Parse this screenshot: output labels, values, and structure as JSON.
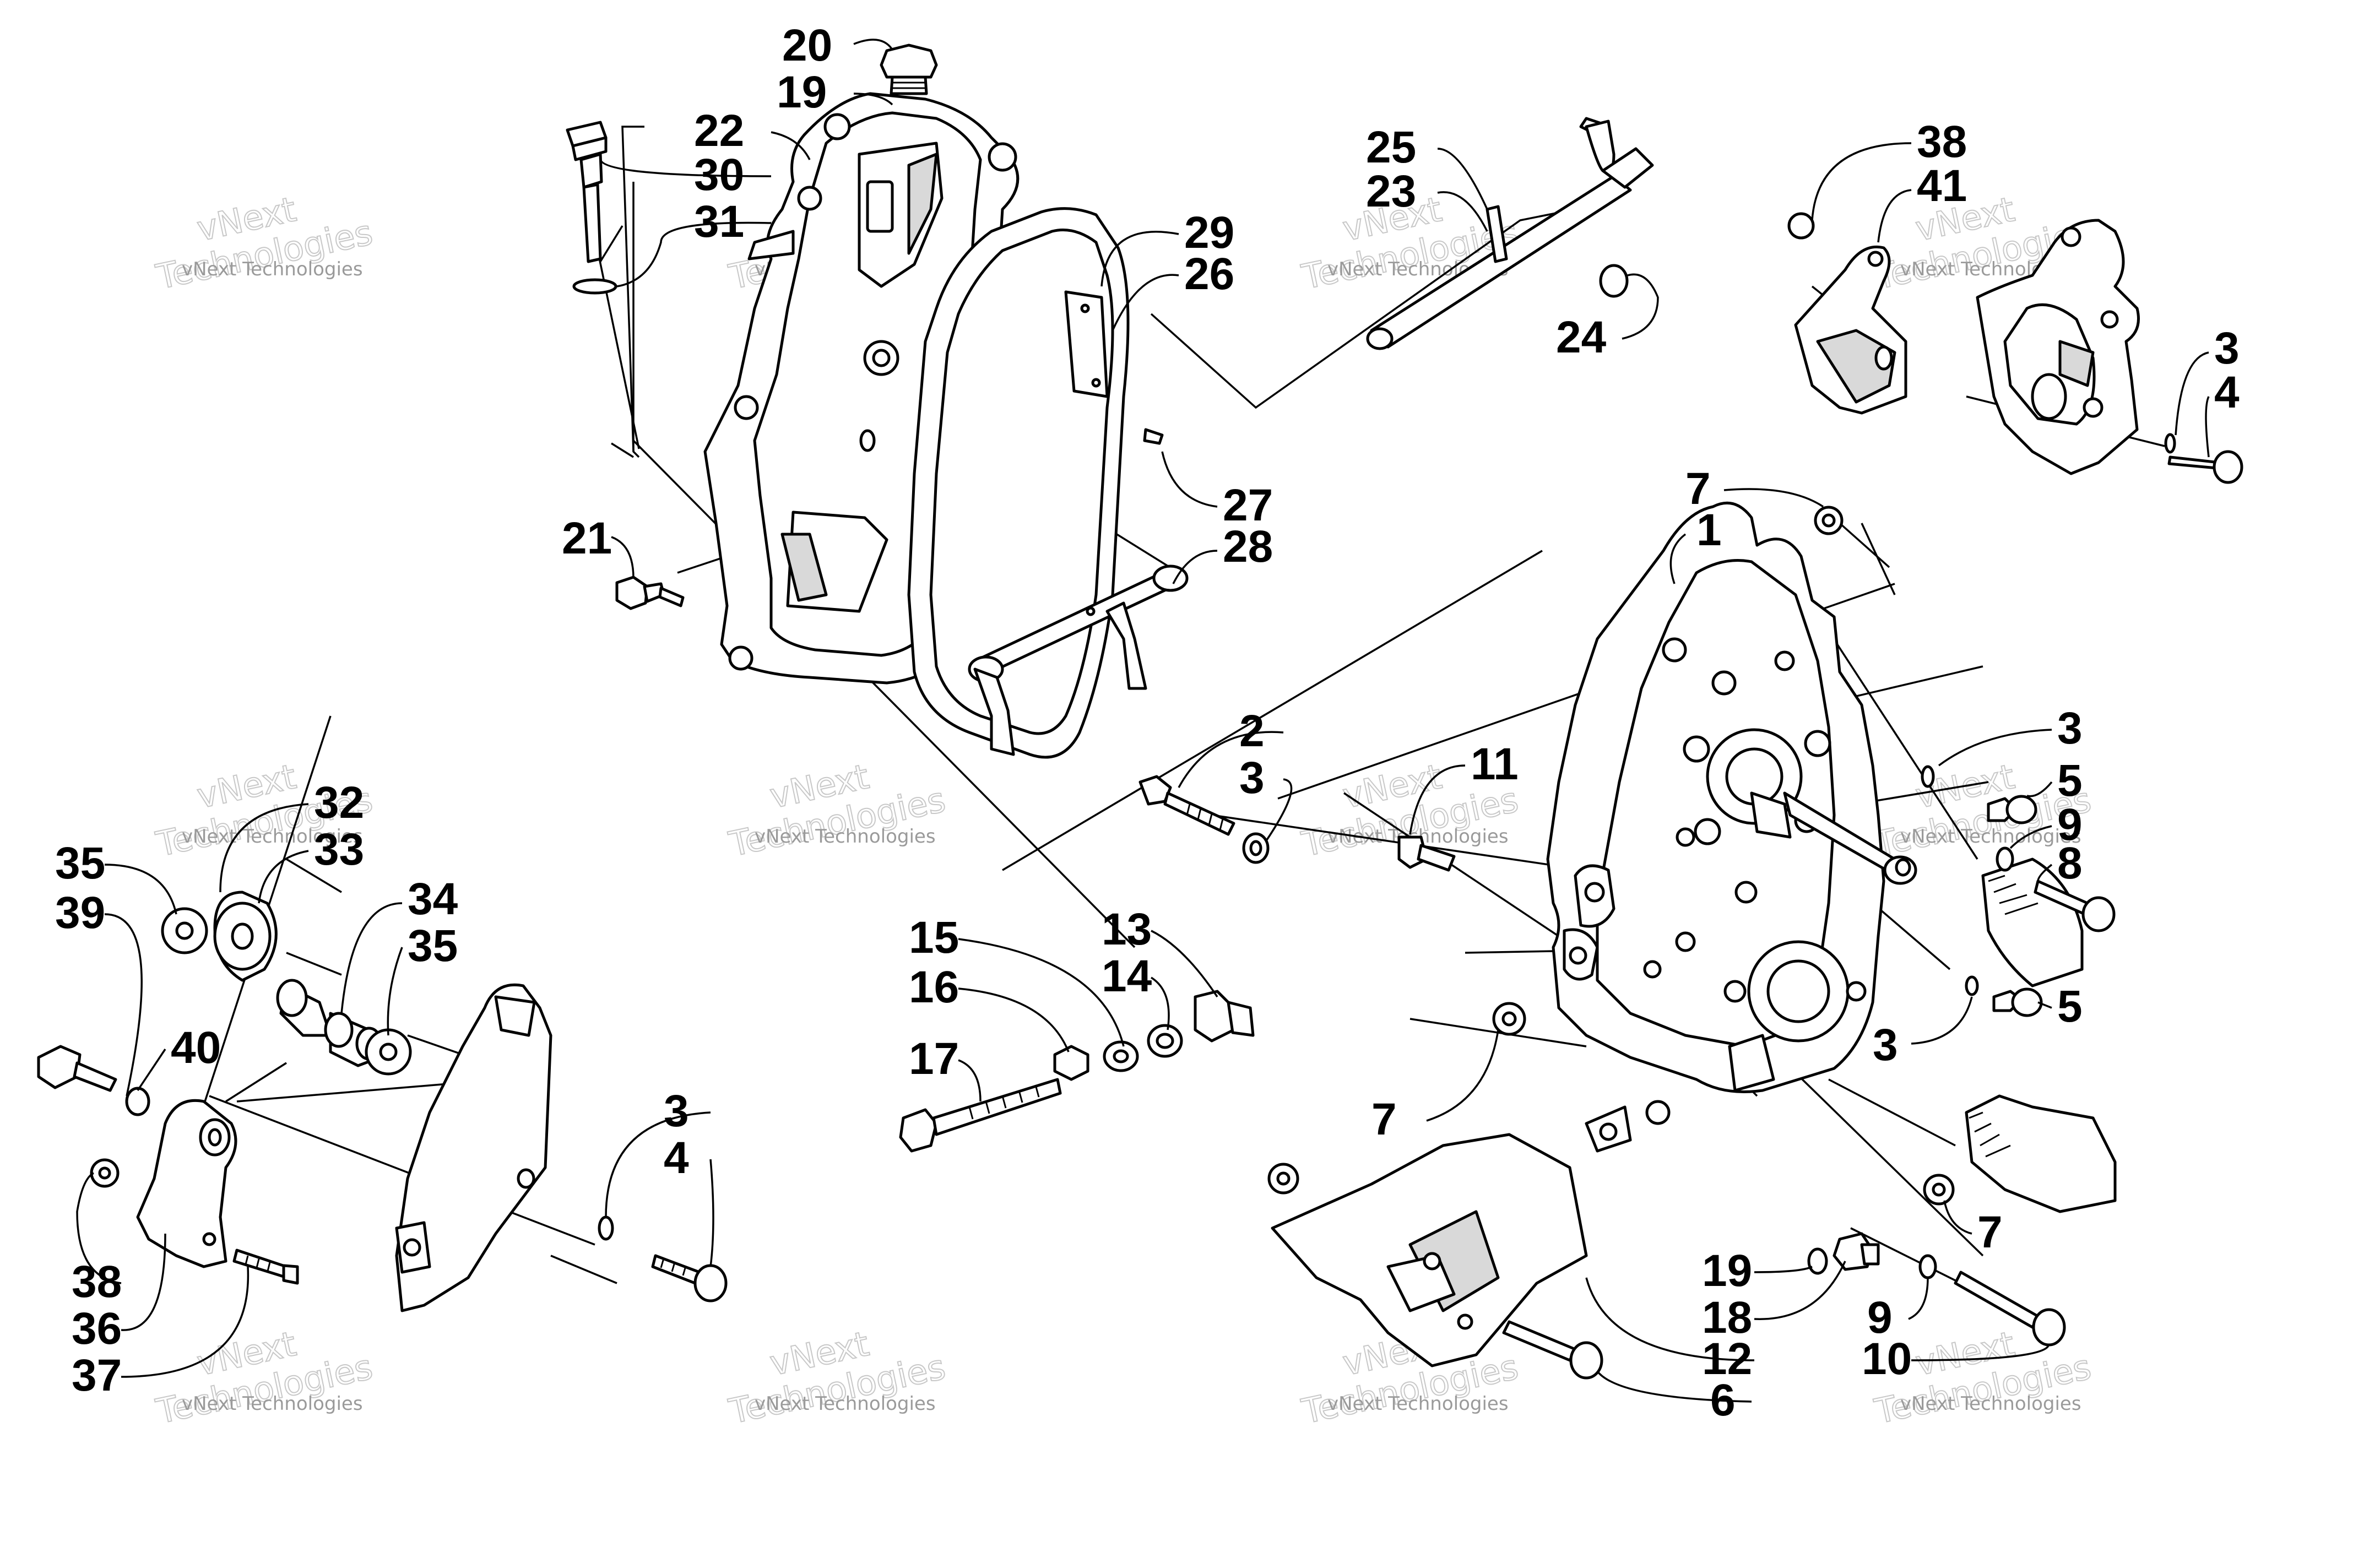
{
  "diagram": {
    "callouts": [
      {
        "id": "c20",
        "text": "20"
      },
      {
        "id": "c19a",
        "text": "19"
      },
      {
        "id": "c22",
        "text": "22"
      },
      {
        "id": "c30",
        "text": "30"
      },
      {
        "id": "c31",
        "text": "31"
      },
      {
        "id": "c25",
        "text": "25"
      },
      {
        "id": "c23",
        "text": "23"
      },
      {
        "id": "c24",
        "text": "24"
      },
      {
        "id": "c29",
        "text": "29"
      },
      {
        "id": "c26",
        "text": "26"
      },
      {
        "id": "c27",
        "text": "27"
      },
      {
        "id": "c28",
        "text": "28"
      },
      {
        "id": "c21",
        "text": "21"
      },
      {
        "id": "c38a",
        "text": "38"
      },
      {
        "id": "c41",
        "text": "41"
      },
      {
        "id": "c3a",
        "text": "3"
      },
      {
        "id": "c4a",
        "text": "4"
      },
      {
        "id": "c7a",
        "text": "7"
      },
      {
        "id": "c1",
        "text": "1"
      },
      {
        "id": "c3b",
        "text": "3"
      },
      {
        "id": "c5a",
        "text": "5"
      },
      {
        "id": "c9a",
        "text": "9"
      },
      {
        "id": "c8",
        "text": "8"
      },
      {
        "id": "c3c",
        "text": "3"
      },
      {
        "id": "c5b",
        "text": "5"
      },
      {
        "id": "c2",
        "text": "2"
      },
      {
        "id": "c3d",
        "text": "3"
      },
      {
        "id": "c11",
        "text": "11"
      },
      {
        "id": "c32",
        "text": "32"
      },
      {
        "id": "c33",
        "text": "33"
      },
      {
        "id": "c35a",
        "text": "35"
      },
      {
        "id": "c39",
        "text": "39"
      },
      {
        "id": "c34",
        "text": "34"
      },
      {
        "id": "c35b",
        "text": "35"
      },
      {
        "id": "c40",
        "text": "40"
      },
      {
        "id": "c15",
        "text": "15"
      },
      {
        "id": "c13",
        "text": "13"
      },
      {
        "id": "c16",
        "text": "16"
      },
      {
        "id": "c14",
        "text": "14"
      },
      {
        "id": "c17",
        "text": "17"
      },
      {
        "id": "c7b",
        "text": "7"
      },
      {
        "id": "c7c",
        "text": "7"
      },
      {
        "id": "c3e",
        "text": "3"
      },
      {
        "id": "c4b",
        "text": "4"
      },
      {
        "id": "c38b",
        "text": "38"
      },
      {
        "id": "c36",
        "text": "36"
      },
      {
        "id": "c37",
        "text": "37"
      },
      {
        "id": "c19b",
        "text": "19"
      },
      {
        "id": "c18",
        "text": "18"
      },
      {
        "id": "c12",
        "text": "12"
      },
      {
        "id": "c6",
        "text": "6"
      },
      {
        "id": "c9b",
        "text": "9"
      },
      {
        "id": "c10",
        "text": "10"
      }
    ]
  },
  "watermark": {
    "small": "vNext Technologies",
    "big_line1": "vNext",
    "big_line2": "Technologies"
  }
}
